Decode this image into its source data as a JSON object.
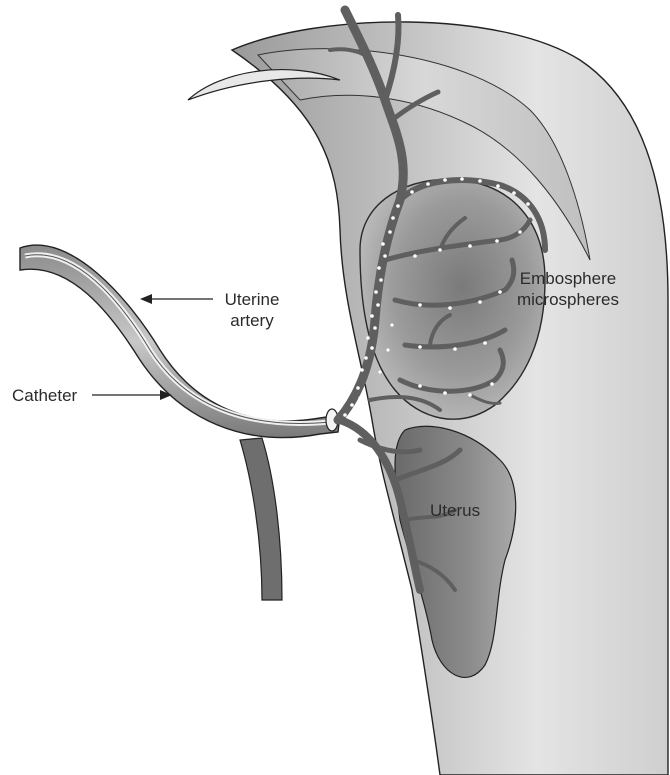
{
  "labels": {
    "uterine_artery_line1": "Uterine",
    "uterine_artery_line2": "artery",
    "catheter": "Catheter",
    "microspheres_line1": "Embosphere",
    "microspheres_line2": "microspheres",
    "uterus": "Uterus"
  },
  "colors": {
    "background": "#ffffff",
    "tissue_light": "#cfcfcf",
    "tissue_mid": "#9c9c9c",
    "tissue_dark": "#6e6e6e",
    "vessel": "#5f5f5f",
    "outline": "#222222",
    "particles": "#ffffff"
  }
}
